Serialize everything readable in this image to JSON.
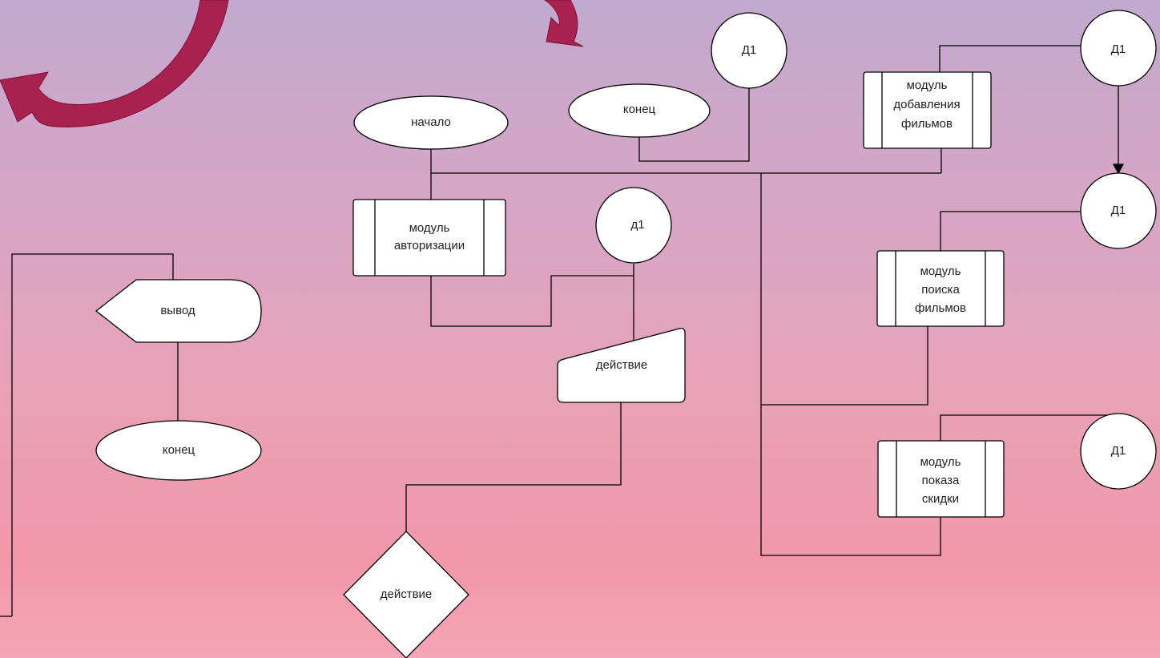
{
  "nodes": {
    "nachalo": "начало",
    "konec_top": "конец",
    "d1_top": "Д1",
    "modul_dobavleniya": [
      "модуль",
      "добавления",
      "фильмов"
    ],
    "d1_top_right": "Д1",
    "modul_avtorizacii": [
      "модуль",
      "авторизации"
    ],
    "d1_mid": "д1",
    "d1_right_mid": "Д1",
    "modul_poiska": [
      "модуль",
      "поиска",
      "фильмов"
    ],
    "deistvie_manual": "действие",
    "deistvie_diamond": "действие",
    "modul_pokaza": [
      "модуль",
      "показа",
      "скидки"
    ],
    "d1_right_bottom": "Д1",
    "vyvod": "вывод",
    "konec_left": "конец"
  },
  "colors": {
    "line": "#000000",
    "shape_fill": "#ffffff",
    "deco_arrow": "#a8214f"
  }
}
